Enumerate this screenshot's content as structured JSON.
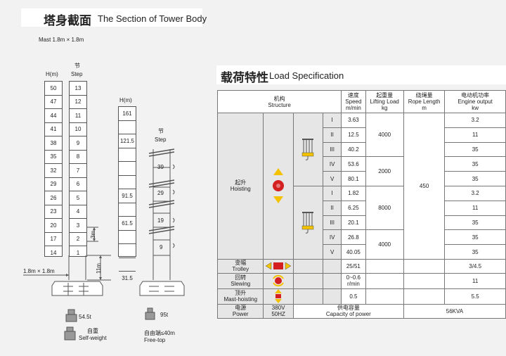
{
  "tower": {
    "title_cn": "塔身截面",
    "title_en": "The Section of Tower Body",
    "mast": "Mast 1.8m × 1.8m",
    "h_label": "H(m)",
    "step_cn": "节",
    "step_en": "Step",
    "col1_h": [
      "50",
      "47",
      "44",
      "41",
      "38",
      "35",
      "32",
      "29",
      "26",
      "23",
      "20",
      "17",
      "14"
    ],
    "col1_step": [
      "13",
      "12",
      "11",
      "10",
      "9",
      "8",
      "7",
      "6",
      "5",
      "4",
      "3",
      "2",
      "1"
    ],
    "col2_h": [
      "161",
      "",
      "121.5",
      "",
      "",
      "",
      "91.5",
      "",
      "61.5",
      "",
      "",
      "",
      "31.5"
    ],
    "col3_step": [
      "39",
      "29",
      "19",
      "9"
    ],
    "dim_3m": "3m",
    "dim_11m": "11m",
    "base_label": "1.8m × 1.8m",
    "weight1": "54.5t",
    "weight2": "95t",
    "self_cn": "自重",
    "self_en": "Self-weight",
    "free_cn": "自由端≤40m",
    "free_en": "Free-top"
  },
  "load": {
    "title_cn": "载荷特性",
    "title_en": "Load Specification",
    "headers": {
      "structure_cn": "机构",
      "structure_en": "Structure",
      "speed_cn": "速度",
      "speed_en": "Speed",
      "speed_unit": "m/min",
      "lift_cn": "起重量",
      "lift_en": "Lifting Load",
      "lift_unit": "kg",
      "rope_cn": "绕绳量",
      "rope_en": "Rope Length",
      "rope_unit": "m",
      "power_cn": "电动机功率",
      "power_en": "Engine output",
      "power_unit": "kw"
    },
    "hoisting_cn": "起升",
    "hoisting_en": "Hoisting",
    "gears": [
      "I",
      "II",
      "III",
      "IV",
      "V",
      "I",
      "II",
      "III",
      "IV",
      "V"
    ],
    "speeds": [
      "3.63",
      "12.5",
      "40.2",
      "53.6",
      "80.1",
      "1.82",
      "6.25",
      "20.1",
      "26.8",
      "40.05"
    ],
    "loads": [
      "4000",
      "2000",
      "8000",
      "4000"
    ],
    "rope": "450",
    "powers": [
      "3.2",
      "11",
      "35",
      "35",
      "35",
      "3.2",
      "11",
      "35",
      "35",
      "35"
    ],
    "trolley_cn": "变幅",
    "trolley_en": "Trolley",
    "trolley_speed": "25/51",
    "trolley_power": "3/4.5",
    "slewing_cn": "回转",
    "slewing_en": "Slewing",
    "slewing_speed": "0~0.6",
    "slewing_unit": "r/min",
    "slewing_power": "11",
    "mast_cn": "顶升",
    "mast_en": "Mast-hoisting",
    "mast_speed": "0.5",
    "mast_power": "5.5",
    "power_cn": "电源",
    "power_en": "Power",
    "voltage": "380V",
    "freq": "50HZ",
    "capacity_cn": "供电容量",
    "capacity_en": "Capacity of power",
    "capacity": "56KVA"
  },
  "colors": {
    "accent_red": "#d42020",
    "accent_yellow": "#f2c200"
  }
}
